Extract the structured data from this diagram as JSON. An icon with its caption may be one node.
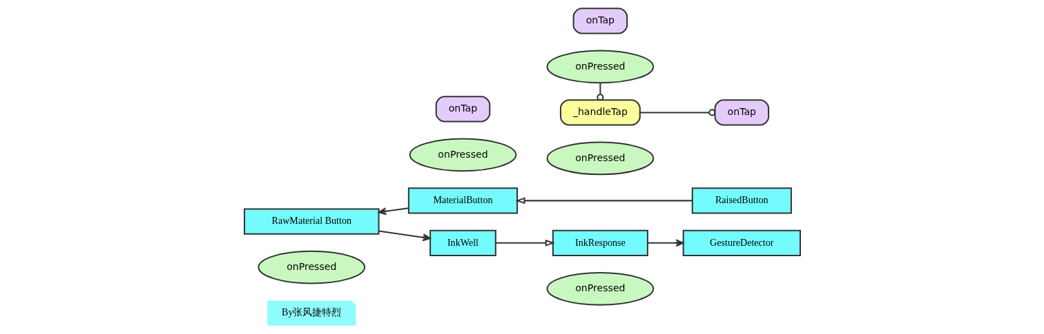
{
  "diagram": {
    "nodes": [
      {
        "text": [
          "By张风捷特烈"
        ]
      },
      {
        "text": [
          "onPressed"
        ]
      },
      {
        "text": [
          "onPressed"
        ]
      },
      {
        "text": [
          "RaisedButton"
        ]
      },
      {
        "text": [
          "MaterialButton"
        ]
      },
      {
        "text": [
          "RawMaterial Button"
        ]
      },
      {
        "text": [
          "onPressed"
        ]
      },
      {
        "text": [
          "onPressed"
        ]
      },
      {
        "text": [
          "onTap"
        ]
      },
      {
        "text": [
          "onTap"
        ]
      },
      {
        "text": [
          "onTap"
        ]
      },
      {
        "text": [
          "_handleTap"
        ]
      },
      {
        "text": [
          "GestureDetector"
        ]
      },
      {
        "text": [
          "InkResponse"
        ]
      },
      {
        "text": [
          "InkWell"
        ]
      },
      {
        "text": [
          "onPressed"
        ]
      }
    ],
    "edges": [
      {
        "from": 3,
        "to": 4,
        "arrow": "to"
      },
      {
        "from": 4,
        "to": 5,
        "arrow": "to"
      },
      {
        "from": 5,
        "to": 14,
        "arrow": "to"
      },
      {
        "from": 14,
        "to": 13,
        "arrow": "to"
      },
      {
        "from": 13,
        "to": 12,
        "arrow": "to"
      },
      {
        "from": 11,
        "to": 8,
        "arrow": "other"
      },
      {
        "from": 15,
        "to": 11,
        "arrow": "other"
      }
    ]
  }
}
